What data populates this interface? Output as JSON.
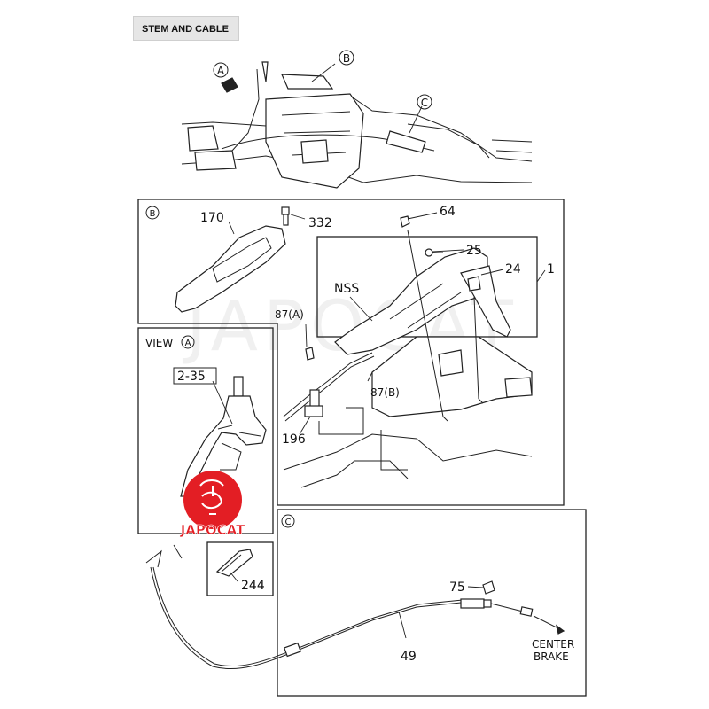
{
  "header": {
    "title": "STEM AND CABLE"
  },
  "callouts": {
    "a": "A",
    "b": "B",
    "c": "C"
  },
  "panel_b": {
    "parts": [
      "170",
      "332",
      "64",
      "25",
      "24",
      "1",
      "NSS",
      "87(A)",
      "87(B)",
      "196"
    ]
  },
  "panel_view_a": {
    "title": "VIEW",
    "title_callout": "A",
    "parts": [
      "2-35"
    ]
  },
  "panel_c": {
    "parts": [
      "75",
      "49"
    ],
    "destination_line1": "CENTER",
    "destination_line2": "BRAKE"
  },
  "misc_parts": [
    "244"
  ],
  "branding": {
    "watermark": "JAPOCAT",
    "logo_text": "JAPOCAT",
    "logo_color": "#e31e24"
  }
}
